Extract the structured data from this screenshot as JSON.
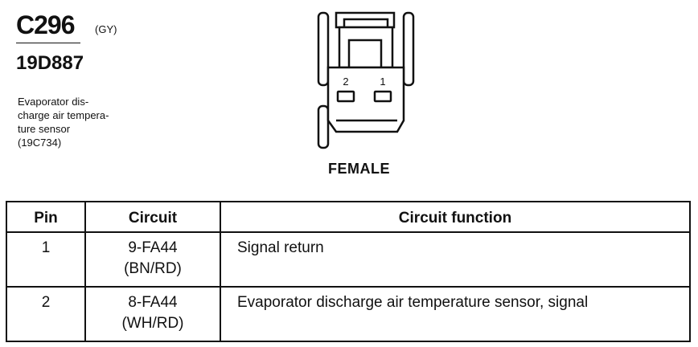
{
  "connector": {
    "id": "C296",
    "color_code": "(GY)",
    "part_number": "19D887",
    "description_lines": [
      "Evaporator dis-",
      "charge air tempera-",
      "ture sensor",
      "(19C734)"
    ],
    "cavity_labels": [
      "2",
      "1"
    ],
    "gender": "FEMALE"
  },
  "table": {
    "headers": {
      "pin": "Pin",
      "circuit": "Circuit",
      "function": "Circuit function"
    },
    "rows": [
      {
        "pin": "1",
        "circuit": "9-FA44",
        "wire_color": "(BN/RD)",
        "function": "Signal return"
      },
      {
        "pin": "2",
        "circuit": "8-FA44",
        "wire_color": "(WH/RD)",
        "function": "Evaporator discharge air temperature sensor, signal"
      }
    ]
  }
}
